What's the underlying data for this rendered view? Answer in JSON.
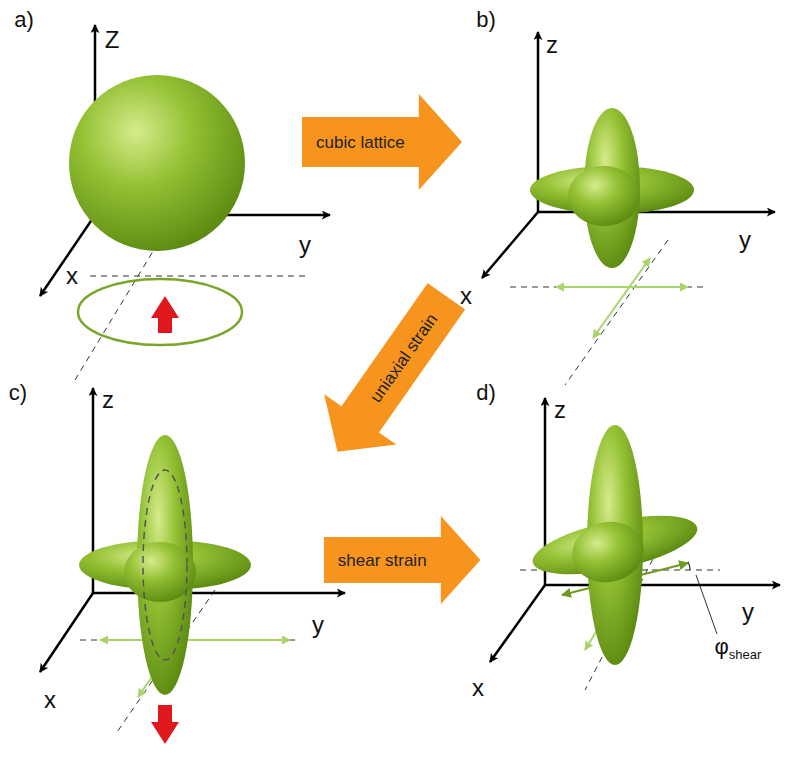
{
  "diagram": {
    "nodes": [
      {
        "text": [
          "cubic lattice"
        ]
      },
      {
        "text": [
          "uniaxial strain"
        ]
      },
      {
        "text": [
          "shear strain"
        ]
      }
    ],
    "labels": [
      "a)",
      "Z",
      "y",
      "x",
      "b)",
      "z",
      "y",
      "x",
      "c)",
      "z",
      "y",
      "x",
      "d)",
      "z",
      "y",
      "x",
      "φshear"
    ]
  }
}
